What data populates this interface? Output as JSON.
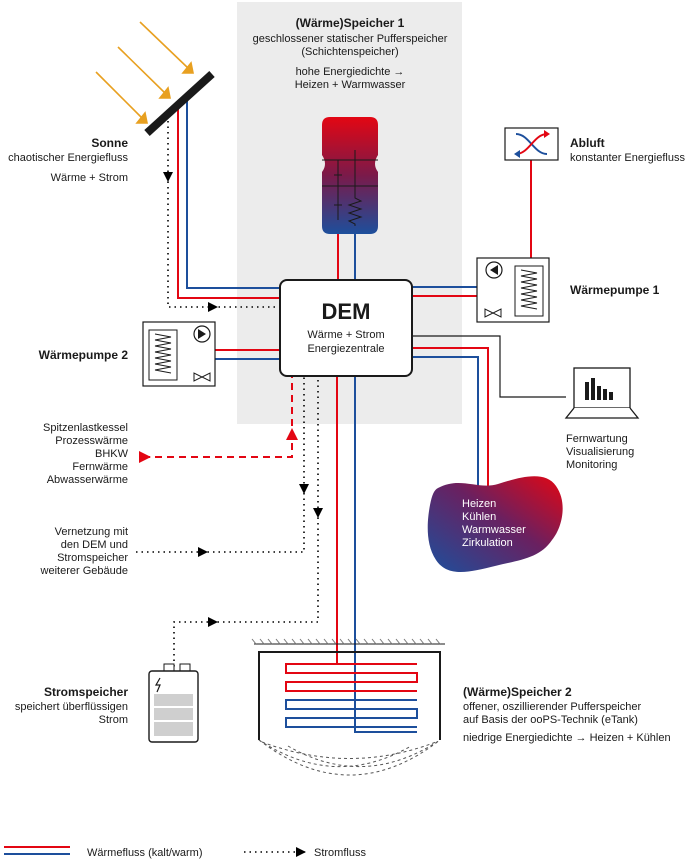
{
  "storage1": {
    "title": "(Wärme)Speicher 1",
    "line1": "geschlossener statischer Pufferspeicher",
    "line2": "(Schichtenspeicher)",
    "line3": "hohe Energiedichte →",
    "line4": "Heizen + Warmwasser"
  },
  "sun": {
    "title": "Sonne",
    "line1": "chaotischer Energiefluss",
    "line2": "Wärme + Strom"
  },
  "exhaust": {
    "title": "Abluft",
    "line1": "konstanter Energiefluss"
  },
  "heatpump1": {
    "title": "Wärmepumpe 1"
  },
  "heatpump2": {
    "title": "Wärmepumpe 2"
  },
  "dem": {
    "title": "DEM",
    "line1": "Wärme + Strom",
    "line2": "Energiezentrale"
  },
  "remote": {
    "line1": "Fernwartung",
    "line2": "Visualisierung",
    "line3": "Monitoring"
  },
  "consumers": {
    "line1": "Heizen",
    "line2": "Kühlen",
    "line3": "Warmwasser",
    "line4": "Zirkulation"
  },
  "peak": {
    "line1": "Spitzenlastkessel",
    "line2": "Prozesswärme",
    "line3": "BHKW",
    "line4": "Fernwärme",
    "line5": "Abwasserwärme"
  },
  "network": {
    "line1": "Vernetzung mit",
    "line2": "den DEM und",
    "line3": "Stromspeicher",
    "line4": "weiterer Gebäude"
  },
  "battery": {
    "title": "Stromspeicher",
    "line1": "speichert überflüssigen",
    "line2": "Strom"
  },
  "storage2": {
    "title": "(Wärme)Speicher 2",
    "line1": "offener, oszillierender Pufferspeicher",
    "line2": "auf Basis der ooPS-Technik (eTank)",
    "line3": "niedrige Energiedichte → Heizen + Kühlen"
  },
  "legend": {
    "heat": "Wärmefluss (kalt/warm)",
    "power": "Stromfluss"
  },
  "colors": {
    "red": "#e30613",
    "blue": "#1d4f9c",
    "panel": "#ececec"
  }
}
